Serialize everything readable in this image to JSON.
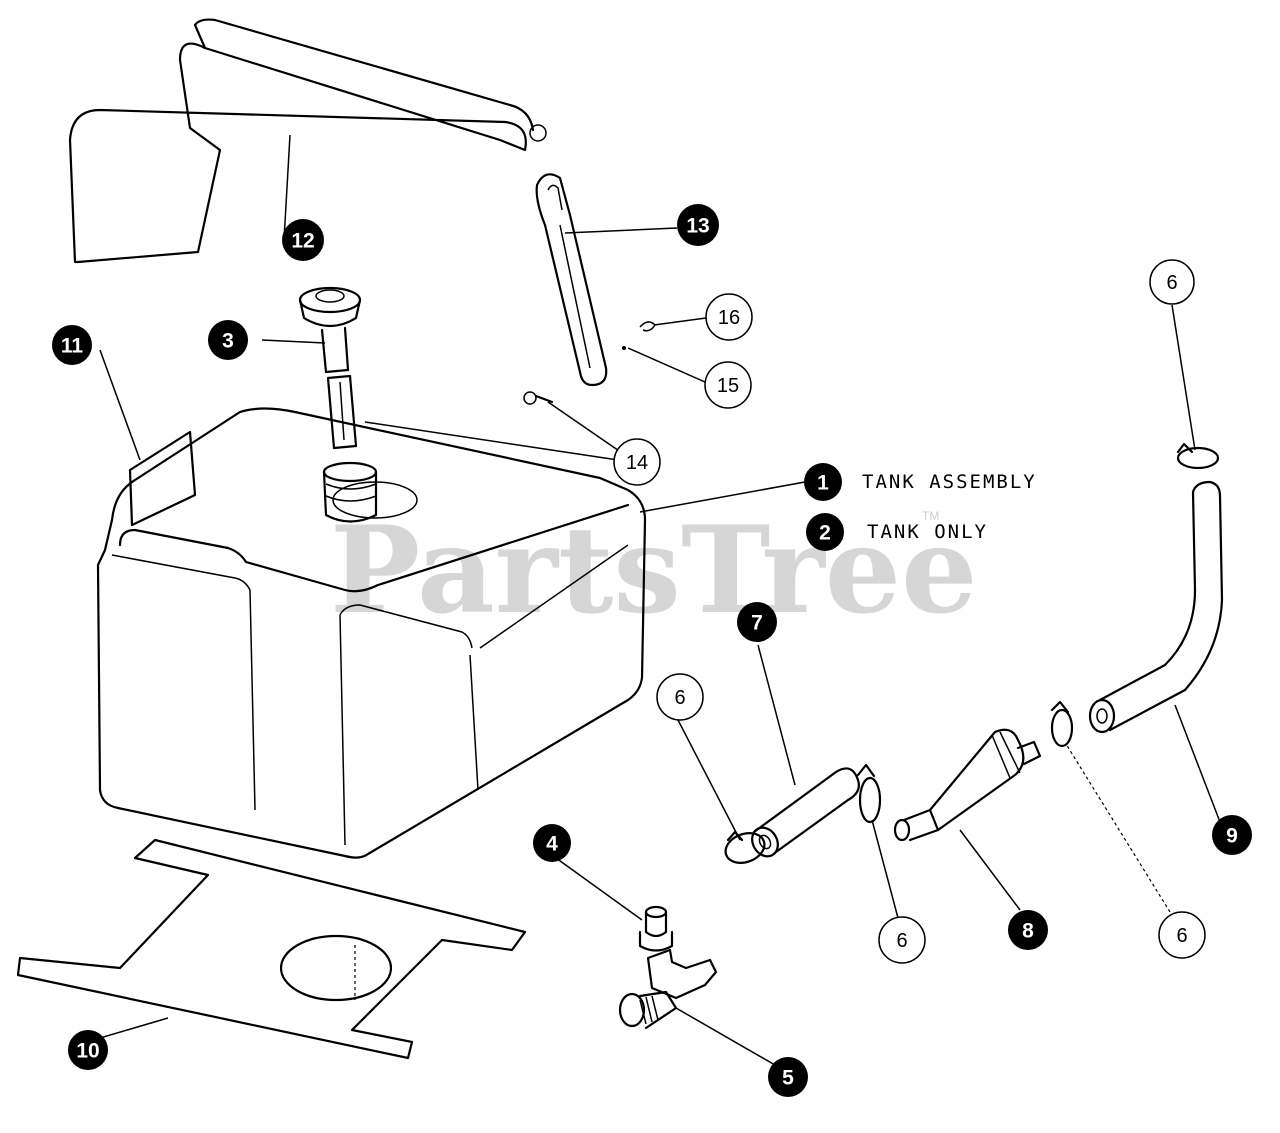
{
  "watermark": {
    "text": "PartsTree",
    "tm": "TM"
  },
  "callouts": [
    {
      "number": "1",
      "style": "filled"
    },
    {
      "number": "2",
      "style": "filled"
    },
    {
      "number": "3",
      "style": "filled"
    },
    {
      "number": "4",
      "style": "filled"
    },
    {
      "number": "5",
      "style": "filled"
    },
    {
      "number": "6",
      "style": "outline"
    },
    {
      "number": "6",
      "style": "outline"
    },
    {
      "number": "6",
      "style": "outline"
    },
    {
      "number": "6",
      "style": "outline"
    },
    {
      "number": "7",
      "style": "filled"
    },
    {
      "number": "8",
      "style": "filled"
    },
    {
      "number": "9",
      "style": "filled"
    },
    {
      "number": "10",
      "style": "filled"
    },
    {
      "number": "11",
      "style": "filled"
    },
    {
      "number": "12",
      "style": "filled"
    },
    {
      "number": "13",
      "style": "filled"
    },
    {
      "number": "14",
      "style": "outline"
    },
    {
      "number": "15",
      "style": "outline"
    },
    {
      "number": "16",
      "style": "outline"
    }
  ],
  "descriptions": {
    "tank_assembly": "TANK ASSEMBLY",
    "tank_only": "TANK ONLY"
  }
}
